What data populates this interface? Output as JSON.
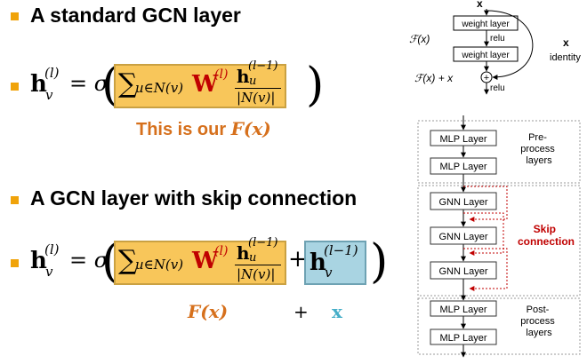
{
  "left": {
    "heading1": "A standard GCN layer",
    "heading2": "A GCN layer with skip connection",
    "formula1": {
      "lhs_h": "h",
      "lhs_sub": "v",
      "lhs_sup": "(l)",
      "eq_sigma": "= σ",
      "sum": "∑",
      "sum_sub": "u∈N(v)",
      "W": "W",
      "W_sup": "(l)",
      "frac_num_h": "h",
      "frac_num_sub": "u",
      "frac_num_sup": "(l−1)",
      "frac_den": "|N(v)|"
    },
    "caption1_text": "This is our ",
    "caption1_fx": "F(x)",
    "formula2": {
      "plus": "+",
      "skip_h": "h",
      "skip_sub": "v",
      "skip_sup": "(l−1)"
    },
    "caption2": {
      "fx": "F(x)",
      "plus": "+",
      "x": "x"
    }
  },
  "resnet": {
    "x_top": "x",
    "weight_layer_1": "weight layer",
    "relu_1": "relu",
    "weight_layer_2": "weight layer",
    "relu_2": "relu",
    "fx_label": "ℱ(x)",
    "fx_plus_x": "ℱ(x) + x",
    "identity_x": "x",
    "identity": "identity",
    "plus_symbol": "+"
  },
  "pipeline": {
    "mlp1": "MLP Layer",
    "mlp2": "MLP Layer",
    "preprocess_lines": [
      "Pre-",
      "process",
      "layers"
    ],
    "gnn1": "GNN Layer",
    "gnn2": "GNN Layer",
    "gnn3": "GNN Layer",
    "skip_lines": [
      "Skip",
      "connection"
    ],
    "mlp3": "MLP Layer",
    "mlp4": "MLP Layer",
    "postprocess_lines": [
      "Post-",
      "process",
      "layers"
    ],
    "colors": {
      "skip": "#c00000",
      "box_border": "#333333",
      "group_border": "#999999"
    }
  }
}
